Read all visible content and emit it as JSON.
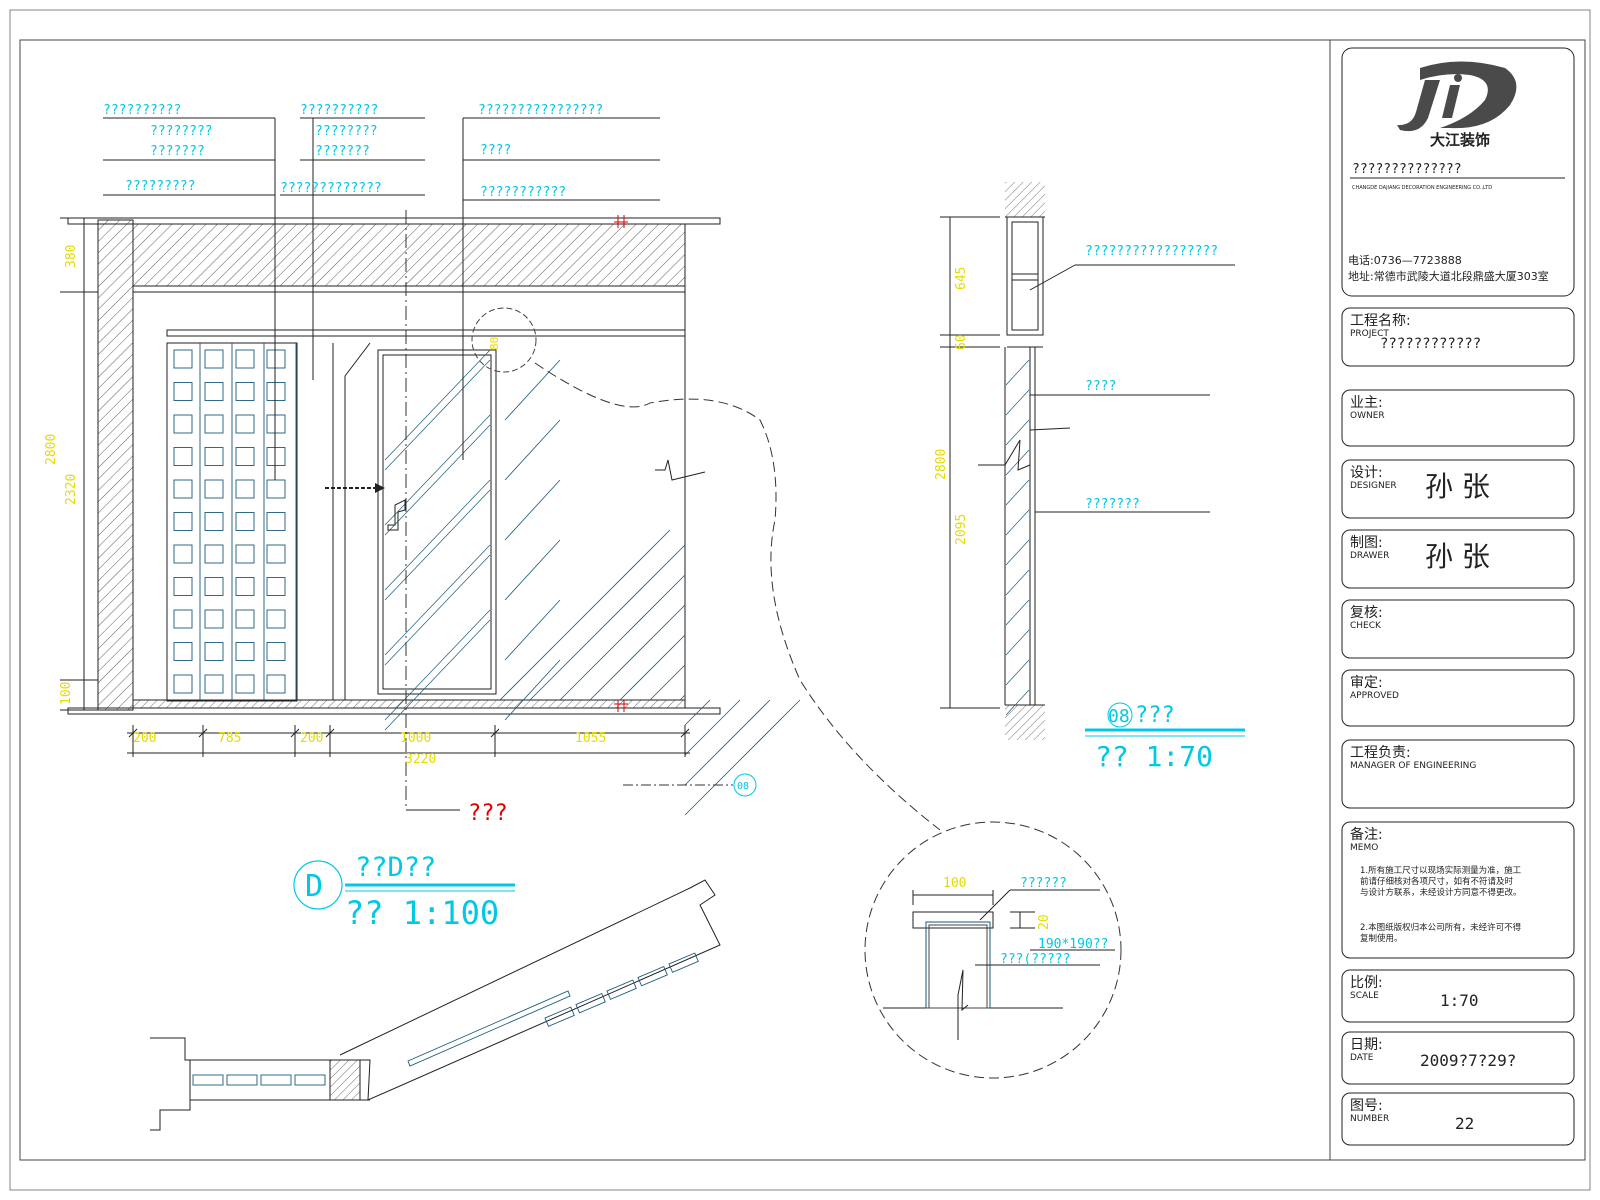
{
  "elevation": {
    "callouts_left": [
      "??????????",
      "????????",
      "???????",
      "?????????"
    ],
    "callouts_mid": [
      "??????????",
      "????????",
      "???????",
      "?????????????"
    ],
    "callouts_right": [
      "????????????????",
      "????",
      "???????????"
    ],
    "dims_left": [
      "380",
      "2800",
      "2320",
      "100"
    ],
    "dims_bottom": [
      "200",
      "785",
      "200",
      "1000",
      "1055"
    ],
    "dim_total": "3220",
    "dim_detail": "80",
    "mark_label": "???",
    "ref_bubble": "08"
  },
  "elevation_title": {
    "symbol": "D",
    "name": "??D??",
    "scale": "?? 1:100"
  },
  "section": {
    "callouts": [
      "?????????????????",
      "????",
      "???????"
    ],
    "dims": [
      "645",
      "60",
      "2800",
      "2095"
    ],
    "title_num": "08",
    "title_q": "???",
    "scale": "?? 1:70"
  },
  "detail": {
    "dim_width": "100",
    "dim_height": "20",
    "callouts": [
      "??????",
      "190*190??",
      "???(?????"
    ]
  },
  "title_block": {
    "company_line": "??????????????",
    "company_sub": "CHANGDE DAJIANG DECORATION ENGINEERING CO.,LTD",
    "phone": "电话:0736—7723888",
    "address": "地址:常德市武陵大道北段鼎盛大厦303室",
    "rows": [
      {
        "cn": "工程名称:",
        "en": "PROJECT",
        "value": "????????????"
      },
      {
        "cn": "业主:",
        "en": "OWNER",
        "value": ""
      },
      {
        "cn": "设计:",
        "en": "DESIGNER",
        "value": "孙 张"
      },
      {
        "cn": "制图:",
        "en": "DRAWER",
        "value": "孙 张"
      },
      {
        "cn": "复核:",
        "en": "CHECK",
        "value": ""
      },
      {
        "cn": "审定:",
        "en": "APPROVED",
        "value": ""
      },
      {
        "cn": "工程负责:",
        "en": "MANAGER OF ENGINEERING",
        "value": ""
      },
      {
        "cn": "备注:",
        "en": "MEMO",
        "value": ""
      },
      {
        "cn": "比例:",
        "en": "SCALE",
        "value": "1:70"
      },
      {
        "cn": "日期:",
        "en": "DATE",
        "value": "2009?7?29?"
      },
      {
        "cn": "图号:",
        "en": "NUMBER",
        "value": "22"
      }
    ],
    "memo_text": [
      "1.所有施工尺寸以现场实际测量为准，施工",
      "前请仔细核对各项尺寸，如有不符请及时",
      "与设计方联系，未经设计方同意不得更改。",
      "2.本图纸版权归本公司所有，未经许可不得",
      "复制使用。"
    ]
  }
}
